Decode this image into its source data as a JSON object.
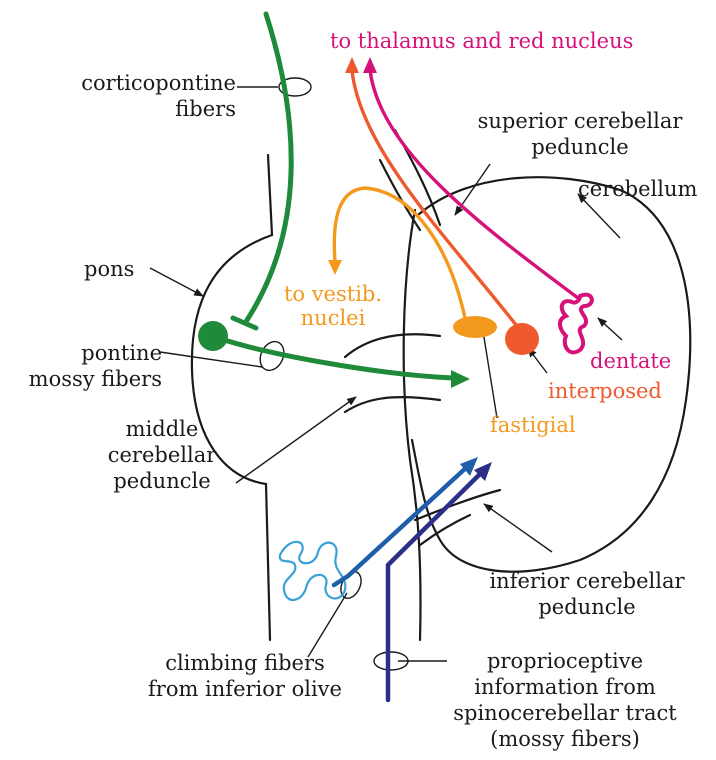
{
  "colors": {
    "ink": "#1a1a1a",
    "green": "#1f8a3a",
    "orange": "#f39a1e",
    "red_orange": "#ee5a2e",
    "magenta": "#d6127a",
    "blue": "#1f5faa",
    "navy": "#2b2f86",
    "light_blue": "#3aa0d8"
  },
  "labels": {
    "thalamus": "to thalamus and red nucleus",
    "corticopontine_1": "corticopontine",
    "corticopontine_2": "fibers",
    "superior_1": "superior cerebellar",
    "superior_2": "peduncle",
    "cerebellum": "cerebellum",
    "pons": "pons",
    "to_vestib_1": "to vestib.",
    "to_vestib_2": "nuclei",
    "pontine_1": "pontine",
    "pontine_2": "mossy fibers",
    "dentate": "dentate",
    "interposed": "interposed",
    "fastigial": "fastigial",
    "middle_1": "middle",
    "middle_2": "cerebellar",
    "middle_3": "peduncle",
    "inferior_1": "inferior cerebellar",
    "inferior_2": "peduncle",
    "climbing_1": "climbing fibers",
    "climbing_2": "from inferior olive",
    "proprio_1": "proprioceptive",
    "proprio_2": "information from",
    "proprio_3": "spinocerebellar tract",
    "proprio_4": "(mossy fibers)"
  }
}
